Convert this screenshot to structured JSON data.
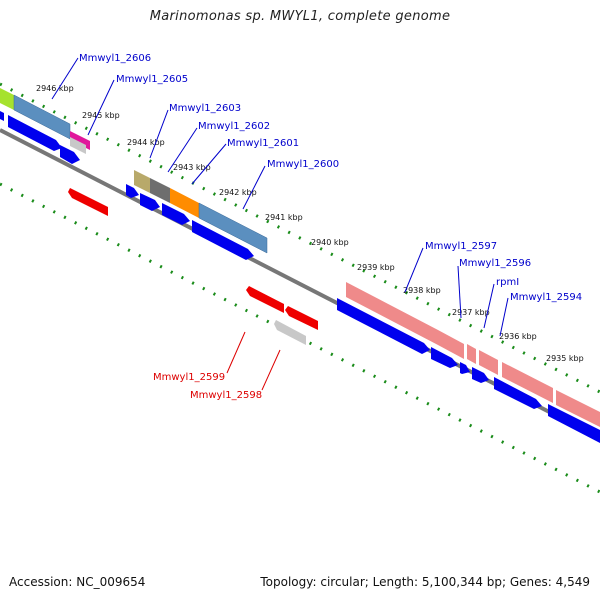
{
  "title": "Marinomonas sp. MWYL1, complete genome",
  "footer": {
    "accession": "Accession: NC_009654",
    "summary": "Topology: circular; Length: 5,100,344 bp; Genes: 4,549"
  },
  "colors": {
    "forward_cds": "#0000ee",
    "reverse_cds": "#ee0000",
    "tick": "#1a8c1a",
    "backbone": "#777777",
    "label_blue": "#0000cc",
    "label_red": "#dd0000"
  },
  "kbp_ticks": [
    "2946 kbp",
    "2945 kbp",
    "2944 kbp",
    "2943 kbp",
    "2942 kbp",
    "2941 kbp",
    "2940 kbp",
    "2939 kbp",
    "2938 kbp",
    "2937 kbp",
    "2936 kbp",
    "2935 kbp"
  ],
  "gene_labels_top": [
    "Mmwyl1_2606",
    "Mmwyl1_2605",
    "Mmwyl1_2603",
    "Mmwyl1_2602",
    "Mmwyl1_2601",
    "Mmwyl1_2600",
    "Mmwyl1_2597",
    "Mmwyl1_2596",
    "rpmI",
    "Mmwyl1_2594"
  ],
  "gene_labels_bottom": [
    "Mmwyl1_2599",
    "Mmwyl1_2598"
  ]
}
